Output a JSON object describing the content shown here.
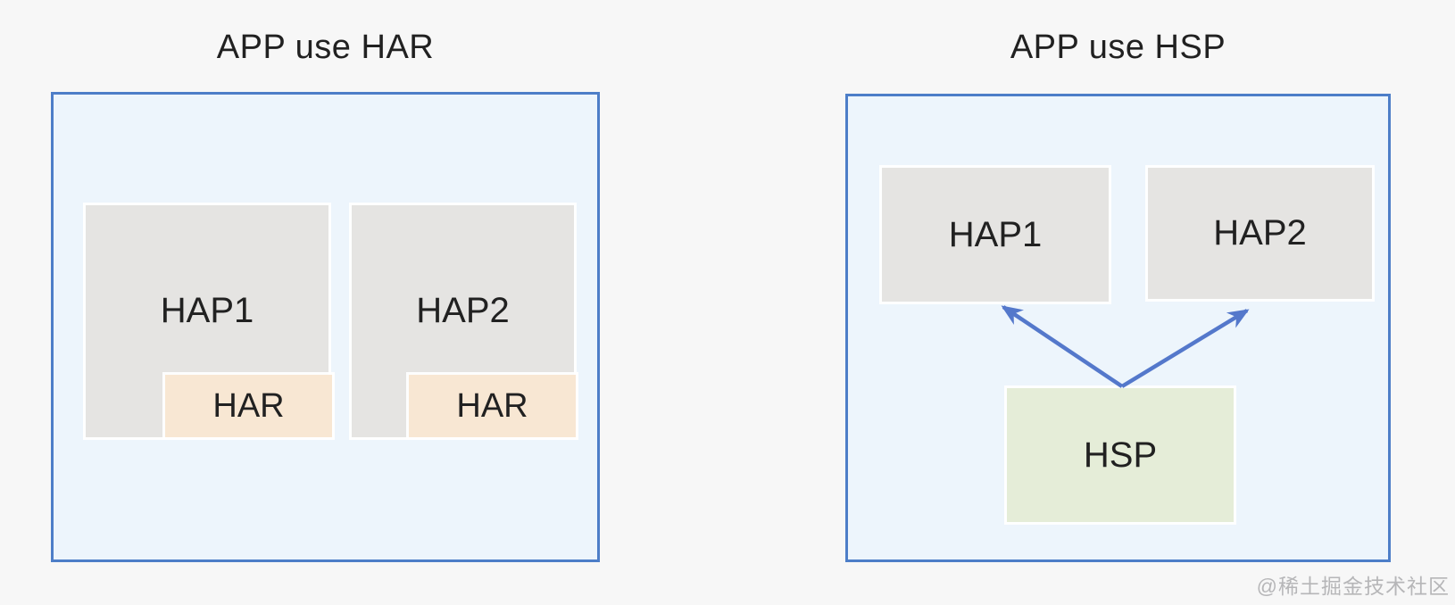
{
  "page": {
    "watermark": "@稀土掘金技术社区"
  },
  "colors": {
    "page-bg": "#f7f7f7",
    "panel-fill": "#edf5fc",
    "panel-border": "#4d7ec8",
    "hap-fill": "#e5e4e2",
    "har-fill": "#f8e7d3",
    "hsp-fill": "#e5edd8",
    "arrow-blue": "#5478cb",
    "text-dark": "#212121",
    "watermark-gray": "#b6b6b8"
  },
  "panels": [
    {
      "title": "APP use HAR",
      "haps": [
        {
          "label": "HAP1",
          "har_label": "HAR"
        },
        {
          "label": "HAP2",
          "har_label": "HAR"
        }
      ]
    },
    {
      "title": "APP use HSP",
      "haps": [
        {
          "label": "HAP1"
        },
        {
          "label": "HAP2"
        }
      ],
      "hsp": {
        "label": "HSP"
      }
    }
  ]
}
